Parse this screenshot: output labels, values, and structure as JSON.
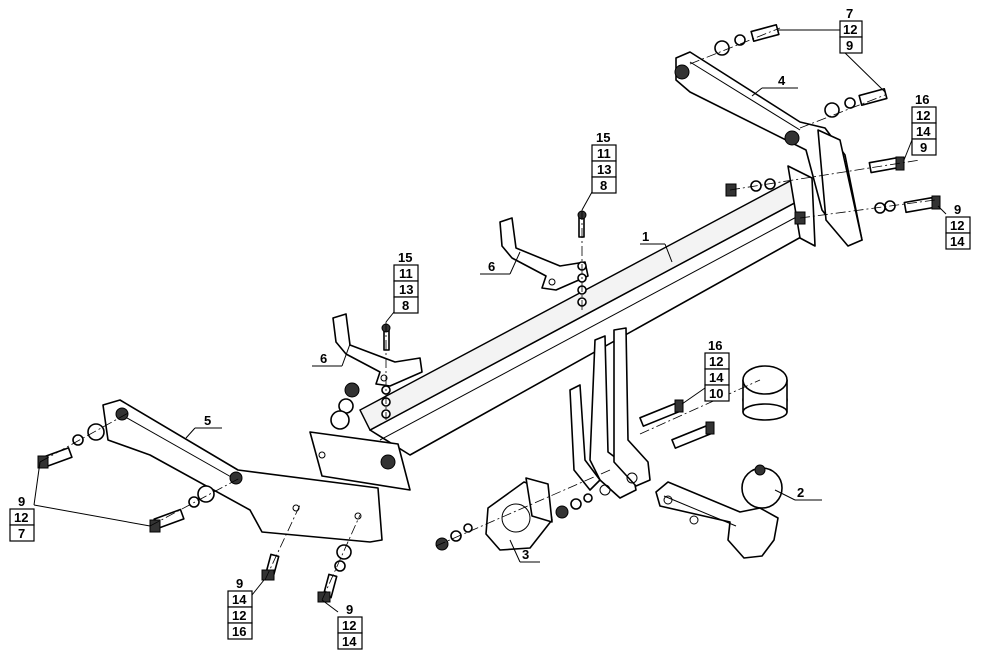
{
  "part_labels": [
    "1",
    "2",
    "3",
    "4",
    "5",
    "6",
    "6"
  ],
  "stacks": [
    [
      "7",
      "12",
      "9"
    ],
    [
      "16",
      "12",
      "14",
      "9"
    ],
    [
      "9",
      "12",
      "14"
    ],
    [
      "15",
      "11",
      "13",
      "8"
    ],
    [
      "15",
      "11",
      "13",
      "8"
    ],
    [
      "16",
      "12",
      "14",
      "10"
    ],
    [
      "9",
      "12",
      "7"
    ],
    [
      "9",
      "14",
      "12",
      "16"
    ],
    [
      "9",
      "12",
      "14"
    ]
  ]
}
